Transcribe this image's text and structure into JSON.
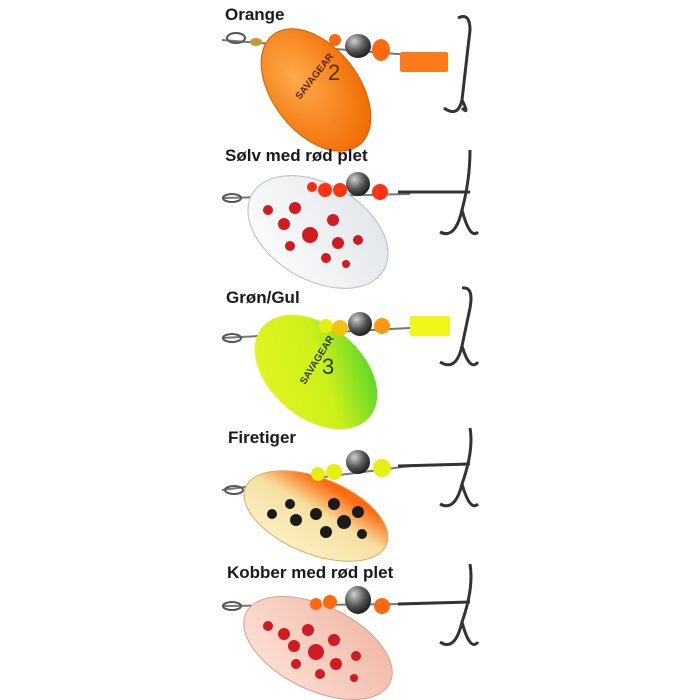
{
  "variants": [
    {
      "name": "Orange",
      "brand": "SAVAGEAR",
      "number": "2",
      "blade_color": "#ff7f10",
      "dots": [],
      "has_brand": true
    },
    {
      "name": "Sølv med rød plet",
      "brand": "",
      "number": "",
      "blade_color": "#f2f4f6",
      "dots_color": "#d11a22",
      "has_brand": false
    },
    {
      "name": "Grøn/Gul",
      "brand": "SAVAGEAR",
      "number": "3",
      "blade_color": "#d9f01a",
      "blade_color_2": "#3fd22a",
      "has_brand": true
    },
    {
      "name": "Firetiger",
      "brand": "",
      "number": "",
      "blade_color": "#f7e8b5",
      "blade_color_2": "#ff7a12",
      "dots_color": "#1a1a1a",
      "has_brand": false
    },
    {
      "name": "Kobber med rød plet",
      "brand": "",
      "number": "",
      "blade_color": "#f8d0c4",
      "dots_color": "#d11a22",
      "has_brand": false
    }
  ]
}
